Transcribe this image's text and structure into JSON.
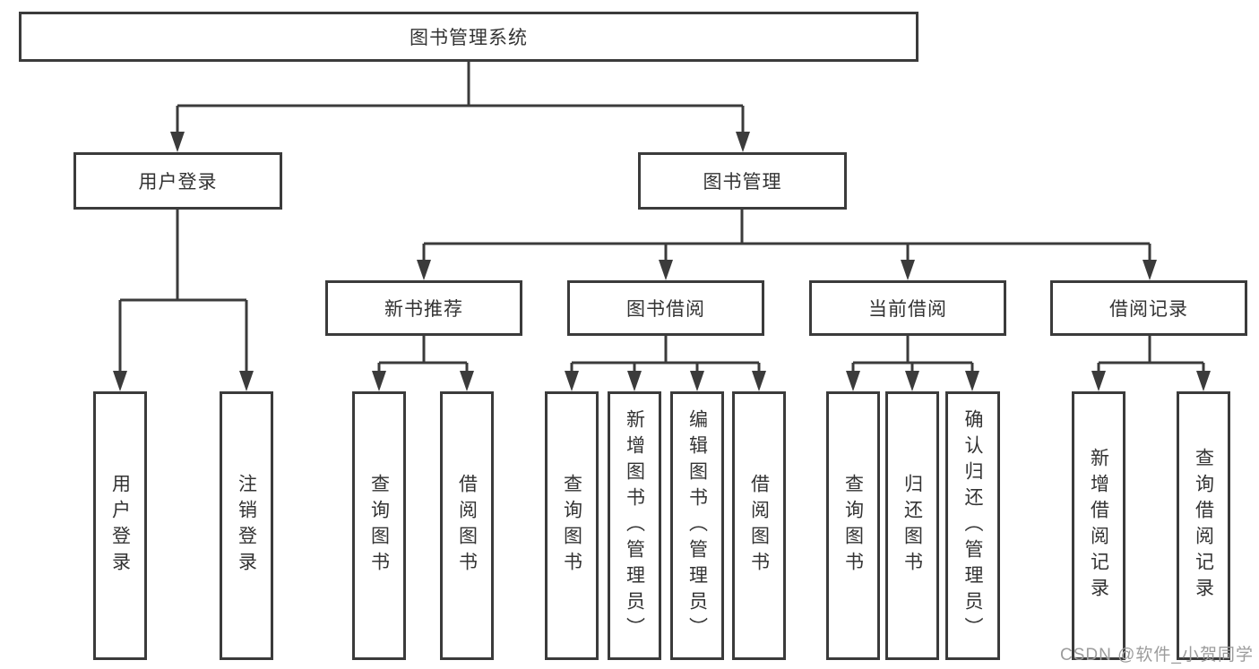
{
  "diagram": {
    "title": "图书管理系统",
    "branches": [
      {
        "label": "用户登录",
        "children": [
          "用户登录",
          "注销登录"
        ]
      },
      {
        "label": "图书管理",
        "sections": [
          {
            "label": "新书推荐",
            "children": [
              "查询图书",
              "借阅图书"
            ]
          },
          {
            "label": "图书借阅",
            "children": [
              "查询图书",
              "新增图书（管理员）",
              "编辑图书（管理员）",
              "借阅图书"
            ]
          },
          {
            "label": "当前借阅",
            "children": [
              "查询图书",
              "归还图书",
              "确认归还（管理员）"
            ]
          },
          {
            "label": "借阅记录",
            "children": [
              "新增借阅记录",
              "查询借阅记录"
            ]
          }
        ]
      }
    ]
  },
  "watermark": "CSDN @软件_小贺同学",
  "colors": {
    "line": "#3b3b3b",
    "text": "#333333",
    "watermark": "#9c9c9c"
  }
}
